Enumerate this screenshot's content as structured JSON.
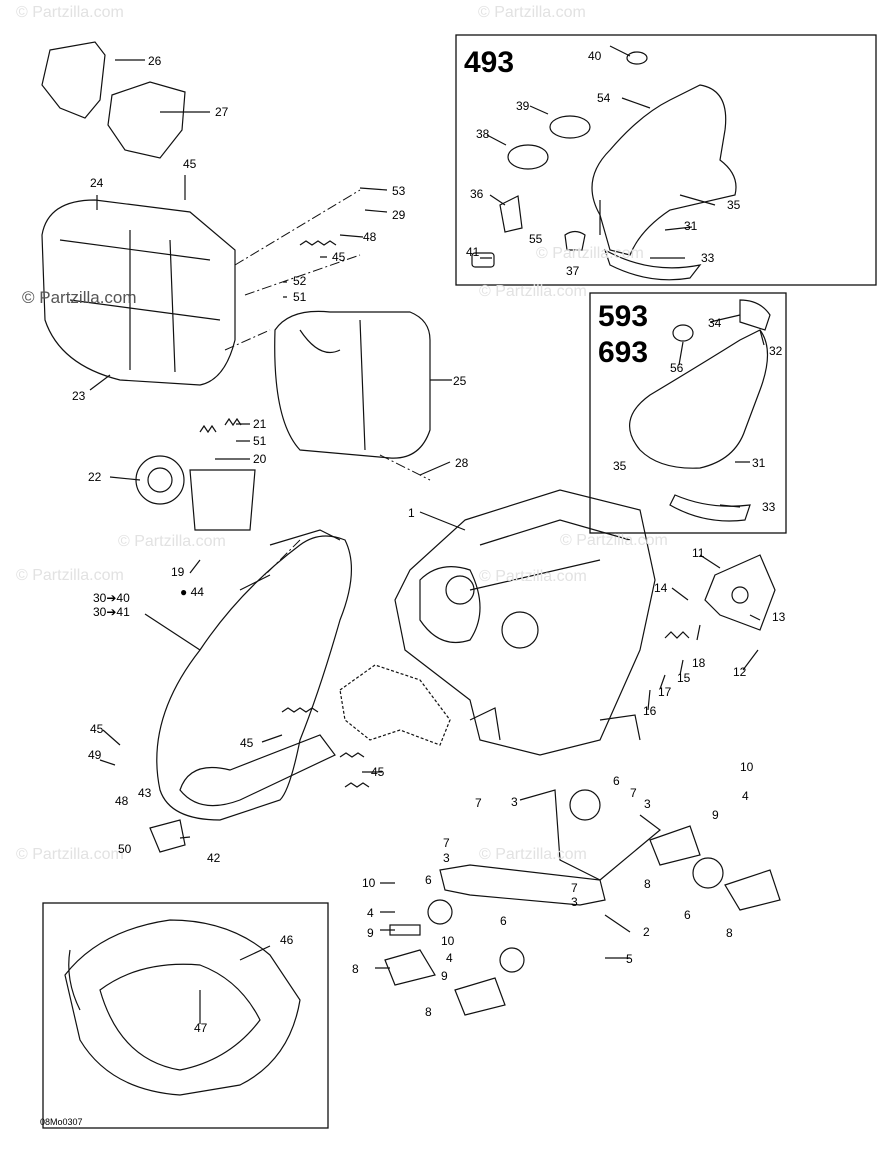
{
  "diagram": {
    "drawing_code": "08Mo0307",
    "watermark_main": "© Partzilla.com",
    "watermark_faint": "© Partzilla.com",
    "inset_models": [
      "493",
      "593",
      "693"
    ],
    "callouts": {
      "c26": "26",
      "c27": "27",
      "c24": "24",
      "c45a": "45",
      "c53": "53",
      "c29": "29",
      "c48a": "48",
      "c45b": "45",
      "c52": "52",
      "c51a": "51",
      "c23": "23",
      "c25": "25",
      "c21": "21",
      "c51b": "51",
      "c20": "20",
      "c22": "22",
      "c28": "28",
      "c19": "19",
      "c44": "44",
      "c30a": "30➔40",
      "c30b": "30➔41",
      "c1": "1",
      "c11": "11",
      "c14": "14",
      "c13": "13",
      "c18": "18",
      "c12": "12",
      "c15": "15",
      "c17": "17",
      "c16": "16",
      "c45c": "45",
      "c45d": "45",
      "c45e": "45",
      "c49": "49",
      "c48b": "48",
      "c43": "43",
      "c50": "50",
      "c42": "42",
      "c7a": "7",
      "c3a": "3",
      "c6a": "6",
      "c7b": "7",
      "c3b": "3",
      "c10a": "10",
      "c4a": "4",
      "c9a": "9",
      "c8a": "8",
      "c7c": "7",
      "c3c": "3",
      "c7d": "7",
      "c3d": "3",
      "c10b": "10",
      "c6b": "6",
      "c4b": "4",
      "c9b": "9",
      "c8b": "8",
      "c6c": "6",
      "c10c": "10",
      "c4c": "4",
      "c9c": "9",
      "c8c": "8",
      "c2": "2",
      "c5": "5",
      "c6d": "6",
      "c8d": "8",
      "c46": "46",
      "c47": "47",
      "c40": "40",
      "c54": "54",
      "c39": "39",
      "c38": "38",
      "c35a": "35",
      "c36": "36",
      "c31a": "31",
      "c55": "55",
      "c41": "41",
      "c37": "37",
      "c33a": "33",
      "c34": "34",
      "c32": "32",
      "c56": "56",
      "c31b": "31",
      "c35b": "35",
      "c33b": "33"
    }
  }
}
